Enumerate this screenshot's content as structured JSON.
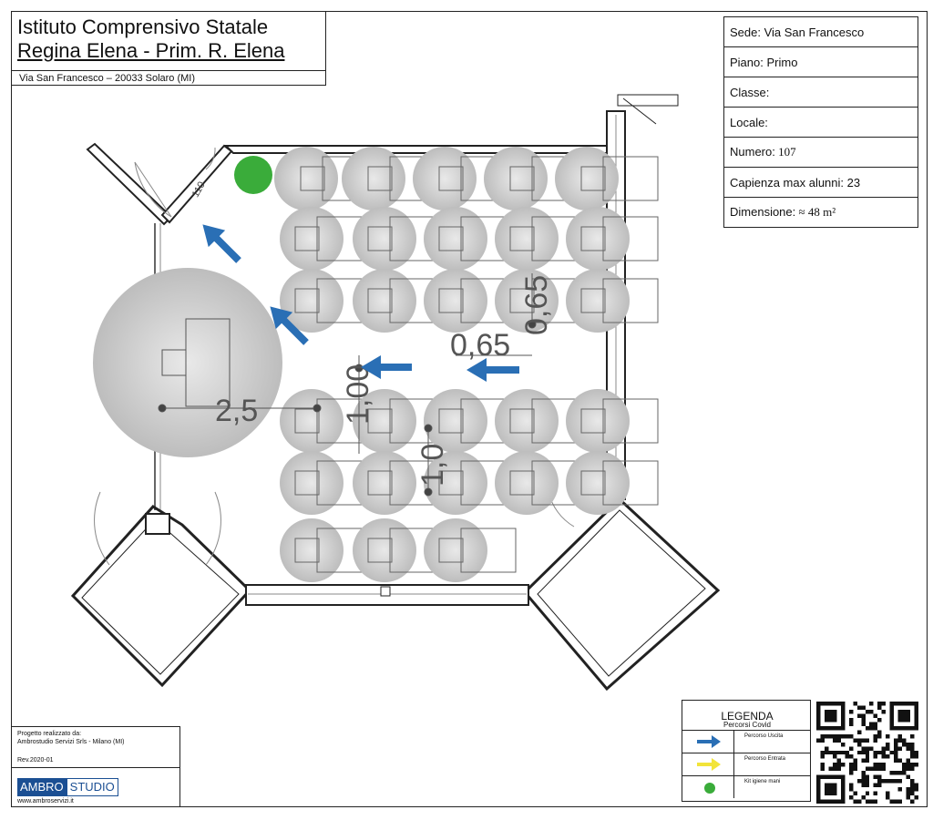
{
  "header": {
    "title_line1": "Istituto Comprensivo Statale",
    "title_line2": "Regina Elena - Prim. R. Elena",
    "address": "Via San Francesco – 20033 Solaro (MI)"
  },
  "info": [
    {
      "label": "Sede:",
      "value": " Via San Francesco"
    },
    {
      "label": "Piano:",
      "value": " Primo"
    },
    {
      "label": "Classe:",
      "value": ""
    },
    {
      "label": "Locale:",
      "value": ""
    },
    {
      "label": "Numero:",
      "value": " 107"
    },
    {
      "label": "Capienza max alunni:",
      "value": " 23"
    },
    {
      "label": "Dimensione:",
      "value": " ≈ 48 m²"
    }
  ],
  "plan": {
    "door_width": "110",
    "dimensions": {
      "teacher_distance": "2,5",
      "row_spacing": "1,00",
      "desk_spacing": "0,65",
      "desk_spacing_vertical": "0,65",
      "column_spacing": "1,0"
    }
  },
  "credits": {
    "line1": "Progetto realizzato da:",
    "line2": "Ambrostudio Servizi Srls - Milano (MI)",
    "rev": "Rev.2020-01",
    "logo_left": "AMBRO",
    "logo_right": "STUDIO",
    "website": "www.ambroservizi.it"
  },
  "legend": {
    "title": "LEGENDA",
    "subtitle": "Percorsi Covid",
    "items": [
      {
        "label": "Percorso Uscita",
        "color": "#2a6fb5",
        "icon": "arrow-right-icon"
      },
      {
        "label": "Percorso Entrata",
        "color": "#f2e43a",
        "icon": "arrow-right-icon"
      },
      {
        "label": "Kit igiene mani",
        "color": "#3aac3a",
        "icon": "dot-icon"
      }
    ]
  },
  "colors": {
    "exit_arrow": "#2a6fb5",
    "entry_arrow": "#f2e43a",
    "sanitizer": "#3aac3a",
    "distance_circle": "#c8c8c8"
  }
}
